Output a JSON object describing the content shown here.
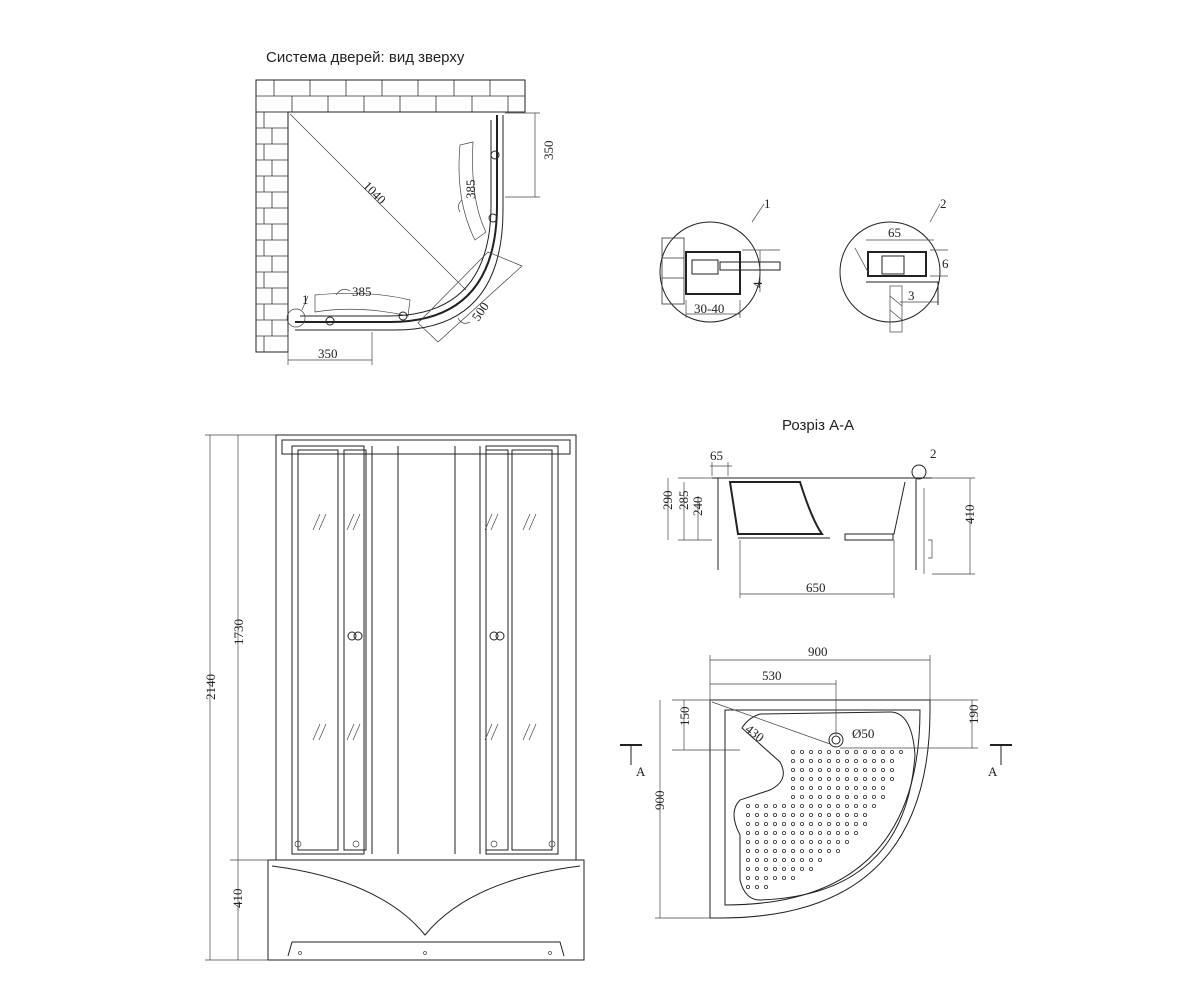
{
  "titles": {
    "top_view": "Система дверей: вид зверху",
    "section": "Розріз А-А"
  },
  "top_view": {
    "dims": {
      "diag": "1040",
      "door_w_top": "385",
      "door_w_left": "385",
      "side_right": "350",
      "side_bottom": "350",
      "opening": "500",
      "callout": "1"
    }
  },
  "detail1": {
    "callout": "1",
    "d_30_40": "30-40",
    "d_4": "4"
  },
  "detail2": {
    "callout": "2",
    "d_65": "65",
    "d_6": "6",
    "d_3": "3"
  },
  "front_view": {
    "d_total": "2140",
    "d_cabin": "1730",
    "d_tray": "410"
  },
  "section": {
    "d_65": "65",
    "callout": "2",
    "d_290": "290",
    "d_285": "285",
    "d_240": "240",
    "d_410": "410",
    "d_650": "650"
  },
  "tray_plan": {
    "d_900_top": "900",
    "d_530": "530",
    "d_150": "150",
    "d_190": "190",
    "d_430": "430",
    "d_drain": "Ø50",
    "d_900_left": "900",
    "cut_left": "A",
    "cut_right": "A"
  }
}
